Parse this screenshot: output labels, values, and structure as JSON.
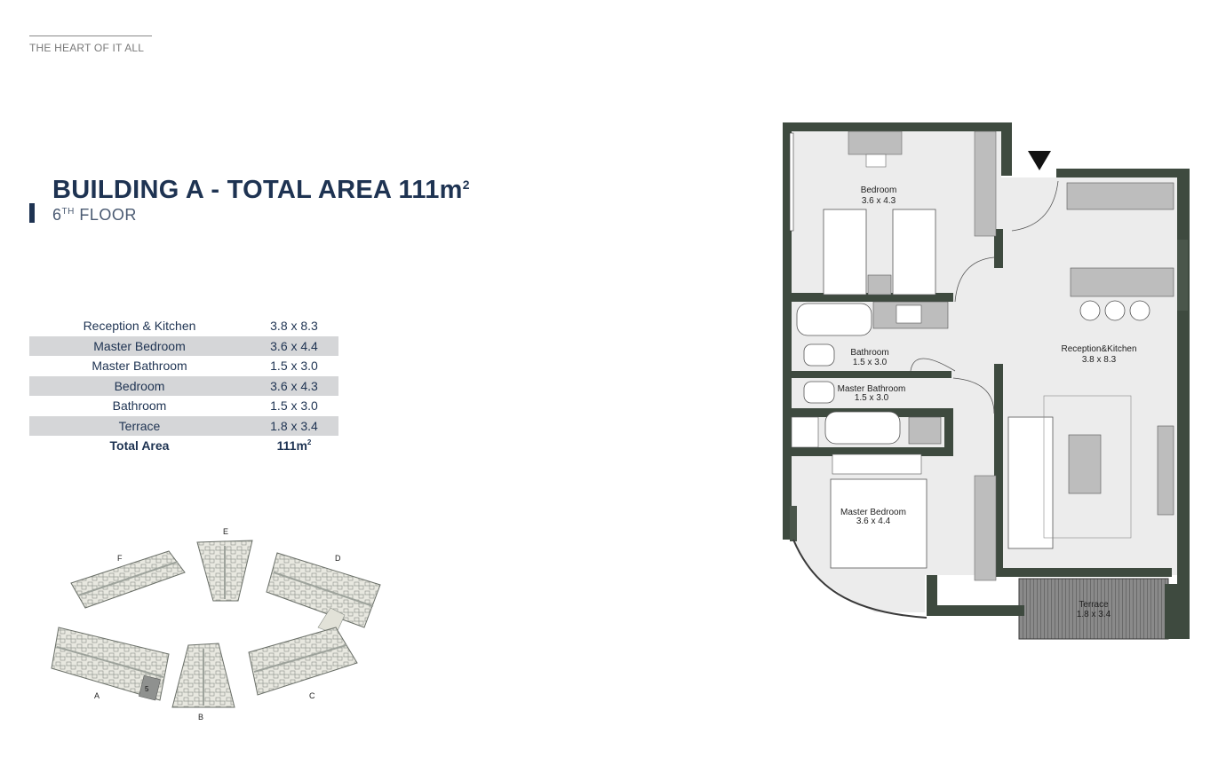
{
  "header": {
    "tagline": "THE HEART OF IT ALL"
  },
  "title": {
    "main": "BUILDING A - TOTAL AREA 111m",
    "main_sup": "2",
    "floor_number": "6",
    "floor_suffix": "TH",
    "floor_word": " FLOOR"
  },
  "rooms": [
    {
      "name": "Reception & Kitchen",
      "dim": "3.8 x 8.3"
    },
    {
      "name": "Master Bedroom",
      "dim": "3.6 x 4.4"
    },
    {
      "name": "Master Bathroom",
      "dim": "1.5 x 3.0"
    },
    {
      "name": "Bedroom",
      "dim": "3.6 x 4.3"
    },
    {
      "name": "Bathroom",
      "dim": "1.5 x 3.0"
    },
    {
      "name": "Terrace",
      "dim": "1.8 x 3.4"
    }
  ],
  "total": {
    "name": "Total Area",
    "dim": "111m",
    "dim_sup": "2"
  },
  "site_plan": {
    "buildings": [
      "A",
      "B",
      "C",
      "D",
      "E",
      "F"
    ],
    "unit_marker": "5"
  },
  "floor_plan": {
    "bedroom": {
      "name": "Bedroom",
      "dim": "3.6 x 4.3"
    },
    "bathroom": {
      "name": "Bathroom",
      "dim": "1.5 x 3.0"
    },
    "master_bathroom": {
      "name": "Master Bathroom",
      "dim": "1.5 x 3.0"
    },
    "master_bedroom": {
      "name": "Master Bedroom",
      "dim": "3.6 x 4.4"
    },
    "reception": {
      "name": "Reception&Kitchen",
      "dim": "3.8 x 8.3"
    },
    "terrace": {
      "name": "Terrace",
      "dim": "1.8 x 3.4"
    }
  },
  "colors": {
    "navy": "#1e3352",
    "wall": "#3e4a3f",
    "floor": "#ececec",
    "shade": "#d5d6d8"
  }
}
